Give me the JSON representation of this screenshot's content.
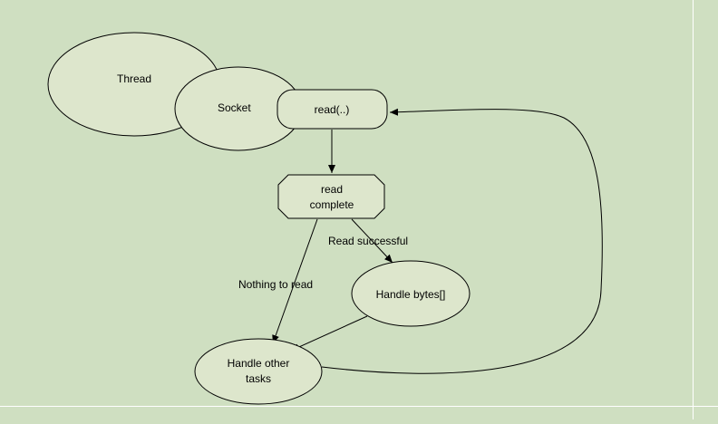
{
  "colors": {
    "background": "#cfdfc1",
    "node_fill": "#dde6cc",
    "stroke": "#000000",
    "text": "#000000"
  },
  "nodes": {
    "thread": "Thread",
    "socket": "Socket",
    "read_call": "read(..)",
    "read_complete_line1": "read",
    "read_complete_line2": "complete",
    "handle_bytes": "Handle bytes[]",
    "handle_other_line1": "Handle other",
    "handle_other_line2": "tasks"
  },
  "edges": {
    "read_successful": "Read successful",
    "nothing_to_read": "Nothing to read"
  }
}
